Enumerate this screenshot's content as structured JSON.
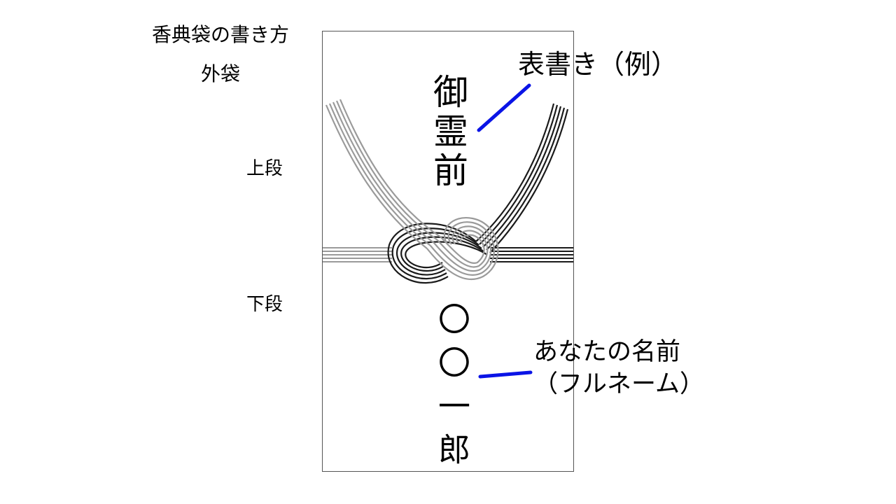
{
  "heading": {
    "title": "香典袋の書き方",
    "subtitle": "外袋"
  },
  "sections": {
    "upper": "上段",
    "lower": "下段"
  },
  "envelope": {
    "omotegaki": "御霊前",
    "name": "〇〇一郎"
  },
  "callouts": {
    "omotegaki_label": "表書き（例）",
    "name_label_line1": "あなたの名前",
    "name_label_line2": "（フルネーム）"
  },
  "colors": {
    "leader_line": "#0a14e6",
    "cord_black": "#1a1a1a",
    "cord_grey": "#9a9a9a"
  }
}
